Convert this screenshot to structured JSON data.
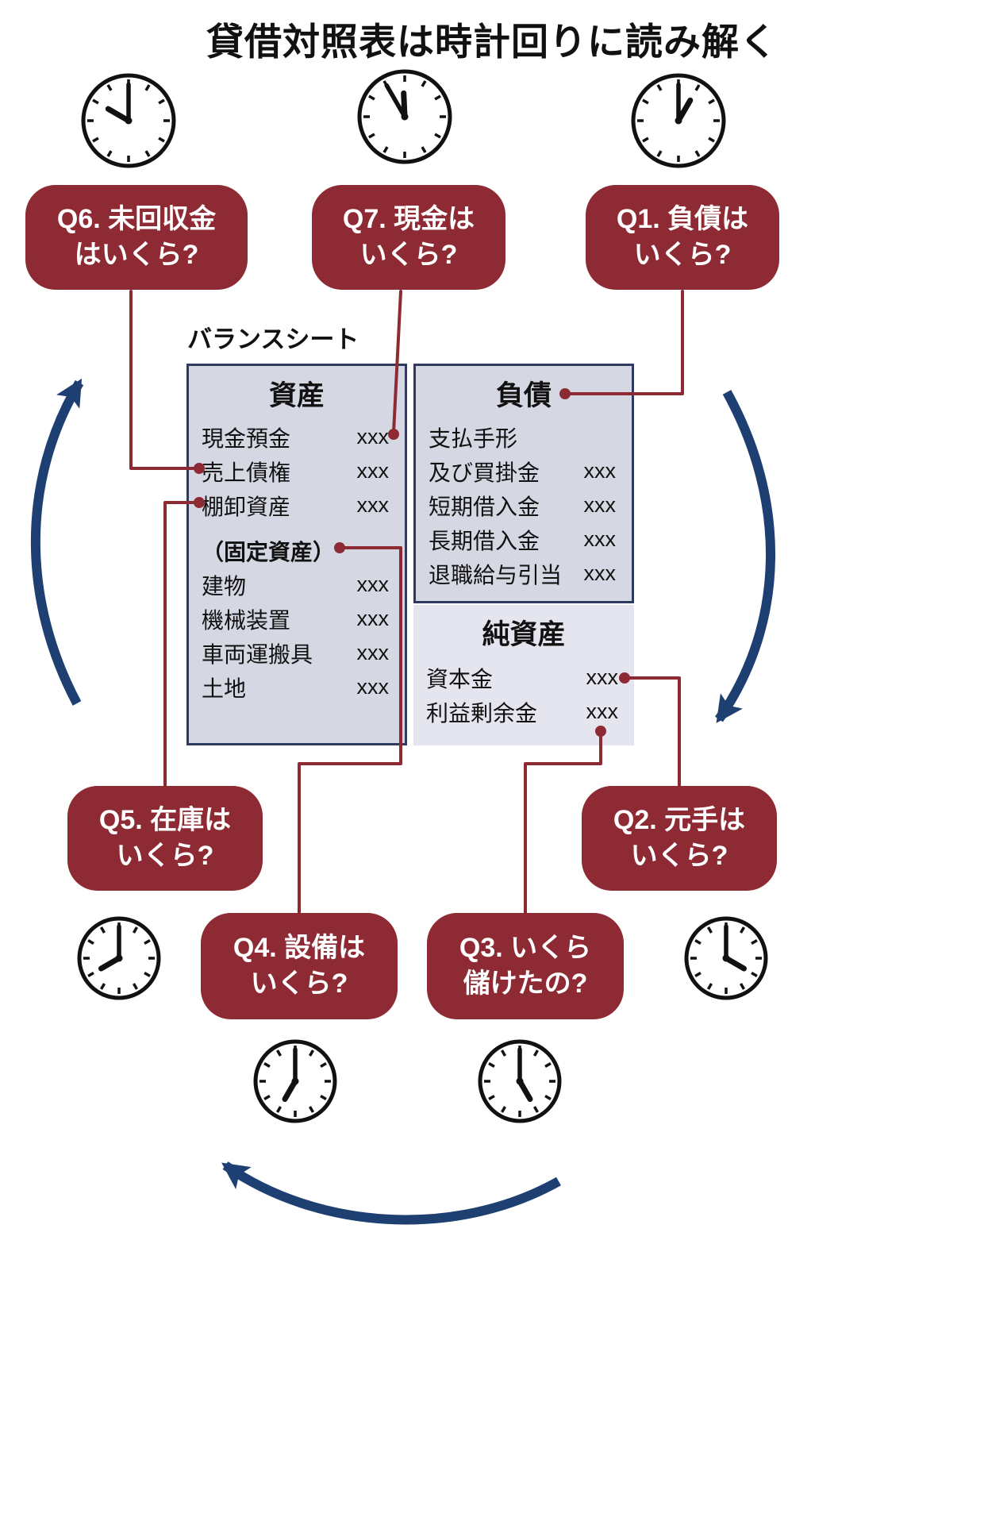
{
  "title": "貸借対照表は時計回りに読み解く",
  "sheet": {
    "label": "バランスシート",
    "assets": {
      "header": "資産",
      "rows": [
        {
          "name": "現金預金",
          "value": "xxx"
        },
        {
          "name": "売上債権",
          "value": "xxx"
        },
        {
          "name": "棚卸資産",
          "value": "xxx"
        },
        {
          "name": "（固定資産）",
          "value": ""
        },
        {
          "name": "建物",
          "value": "xxx"
        },
        {
          "name": "機械装置",
          "value": "xxx"
        },
        {
          "name": "車両運搬具",
          "value": "xxx"
        },
        {
          "name": "土地",
          "value": "xxx"
        }
      ]
    },
    "liabilities": {
      "header": "負債",
      "rows": [
        {
          "name": "支払手形",
          "value": ""
        },
        {
          "name": "及び買掛金",
          "value": "xxx"
        },
        {
          "name": "短期借入金",
          "value": "xxx"
        },
        {
          "name": "長期借入金",
          "value": "xxx"
        },
        {
          "name": "退職給与引当",
          "value": "xxx"
        }
      ]
    },
    "net_assets": {
      "header": "純資産",
      "rows": [
        {
          "name": "資本金",
          "value": "xxx"
        },
        {
          "name": "利益剰余金",
          "value": "xxx"
        }
      ]
    }
  },
  "questions": {
    "q1": {
      "line1": "Q1. 負債は",
      "line2": "いくら?"
    },
    "q2": {
      "line1": "Q2. 元手は",
      "line2": "いくら?"
    },
    "q3": {
      "line1": "Q3. いくら",
      "line2": "儲けたの?"
    },
    "q4": {
      "line1": "Q4. 設備は",
      "line2": "いくら?"
    },
    "q5": {
      "line1": "Q5. 在庫は",
      "line2": "いくら?"
    },
    "q6": {
      "line1": "Q6. 未回収金",
      "line2": "はいくら?"
    },
    "q7": {
      "line1": "Q7. 現金は",
      "line2": "いくら?"
    }
  },
  "clocks": [
    {
      "name": "clock-icon-10-00",
      "time": "10:00"
    },
    {
      "name": "clock-icon-11-55",
      "time": "11:55"
    },
    {
      "name": "clock-icon-1-00",
      "time": "1:00"
    },
    {
      "name": "clock-icon-4-00",
      "time": "4:00"
    },
    {
      "name": "clock-icon-5-00",
      "time": "5:00"
    },
    {
      "name": "clock-icon-7-00",
      "time": "7:00"
    },
    {
      "name": "clock-icon-8-00",
      "time": "8:00"
    }
  ],
  "colors": {
    "bubble_red": "#8e2a33",
    "connector_red": "#8e2a33",
    "arrow_navy": "#1d3f72",
    "sheet_fill": "#d5d7e2",
    "net_fill": "#e4e5ee",
    "sheet_border": "#2f3a5f"
  }
}
